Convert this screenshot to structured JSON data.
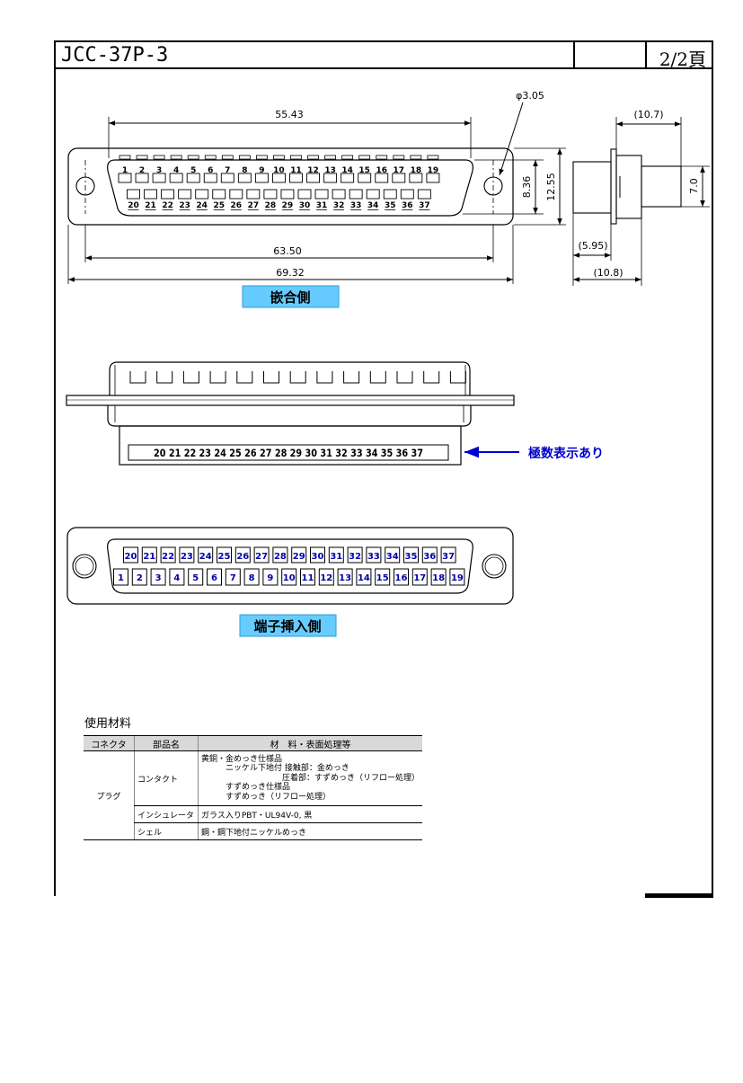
{
  "title": {
    "code": "JCC-37P-3",
    "page": "2/2頁"
  },
  "top_view": {
    "dims": {
      "row_pitch_span": "55.43",
      "hole_dia": "φ3.05",
      "mount_pitch": "63.50",
      "flange_width": "69.32",
      "inner_height": "8.36",
      "outer_height": "12.55"
    },
    "pins_top": [
      "1",
      "2",
      "3",
      "4",
      "5",
      "6",
      "7",
      "8",
      "9",
      "10",
      "11",
      "12",
      "13",
      "14",
      "15",
      "16",
      "17",
      "18",
      "19"
    ],
    "pins_bottom": [
      "20",
      "21",
      "22",
      "23",
      "24",
      "25",
      "26",
      "27",
      "28",
      "29",
      "30",
      "31",
      "32",
      "33",
      "34",
      "35",
      "36",
      "37"
    ],
    "label": "嵌合側"
  },
  "side_view": {
    "dims": {
      "depth_top": "(10.7)",
      "height": "7.0",
      "left_offset": "(5.95)",
      "depth_bottom": "(10.8)"
    }
  },
  "front_view": {
    "strip_text": "20 21 22 23 24 25 26 27 28 29 30 31 32 33 34 35 36 37",
    "note": "極数表示あり"
  },
  "rear_view": {
    "pins_top": [
      "20",
      "21",
      "22",
      "23",
      "24",
      "25",
      "26",
      "27",
      "28",
      "29",
      "30",
      "31",
      "32",
      "33",
      "34",
      "35",
      "36",
      "37"
    ],
    "pins_bottom": [
      "1",
      "2",
      "3",
      "4",
      "5",
      "6",
      "7",
      "8",
      "9",
      "10",
      "11",
      "12",
      "13",
      "14",
      "15",
      "16",
      "17",
      "18",
      "19"
    ],
    "label": "端子挿入側",
    "label_color": "#66ccff",
    "number_color": "#0000aa"
  },
  "materials": {
    "title": "使用材料",
    "headers": [
      "コネクタ",
      "部品名",
      "材　料・表面処理等"
    ],
    "connector": "プラグ",
    "rows": [
      {
        "part": "コンタクト",
        "lines": [
          "黄銅・金めっき仕様品",
          "　　　ニッケル下地付 接触部：金めっき",
          "　　　　　　　　　　圧着部：すずめっき（リフロー処理）",
          "　　　すずめっき仕様品",
          "　　　すずめっき（リフロー処理）"
        ]
      },
      {
        "part": "インシュレータ",
        "lines": [
          "ガラス入りPBT・UL94V-0, 黒"
        ]
      },
      {
        "part": "シェル",
        "lines": [
          "鋼・鋼下地付ニッケルめっき"
        ]
      }
    ]
  }
}
